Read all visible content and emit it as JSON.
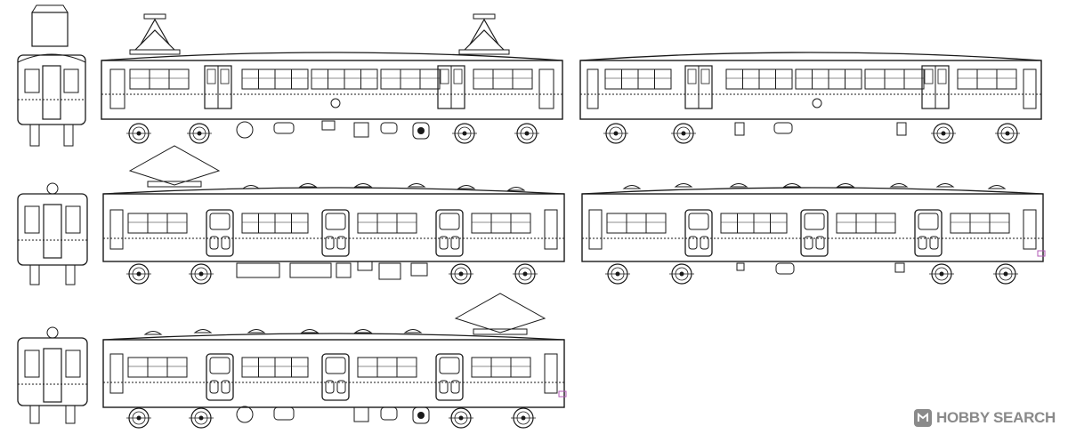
{
  "watermark": {
    "brand": "HOBBY SEARCH",
    "logo_icon": "hobby-search-logo-icon",
    "color": "#8a8a8a"
  },
  "drawing": {
    "line_color": "#1a1a1a",
    "accent_color": "#b25ab5"
  },
  "rows": [
    {
      "name": "row-1",
      "side_views": 2,
      "pantographs": "diamond-raised",
      "front_view": "pantograph-cab-end"
    },
    {
      "name": "row-2",
      "side_views": 2,
      "pantographs": "lowered",
      "front_view": "cab-end-headlight"
    },
    {
      "name": "row-3",
      "side_views": 1,
      "pantographs": "lowered",
      "front_view": "cab-end-headlight"
    }
  ]
}
